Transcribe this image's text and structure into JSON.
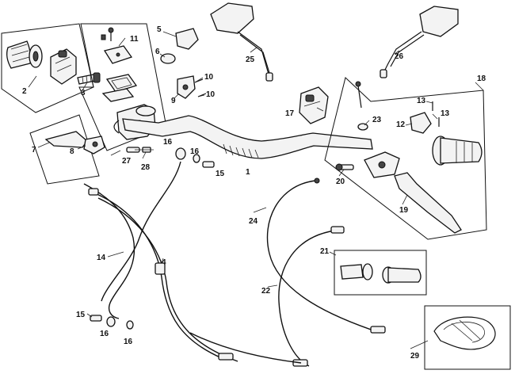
{
  "labels": [
    {
      "id": "1",
      "text": "1"
    },
    {
      "id": "2",
      "text": "2"
    },
    {
      "id": "3",
      "text": "3"
    },
    {
      "id": "4",
      "text": "4"
    },
    {
      "id": "5",
      "text": "5"
    },
    {
      "id": "6",
      "text": "6"
    },
    {
      "id": "7",
      "text": "7"
    },
    {
      "id": "8",
      "text": "8"
    },
    {
      "id": "9",
      "text": "9"
    },
    {
      "id": "10a",
      "text": "10"
    },
    {
      "id": "10b",
      "text": "10"
    },
    {
      "id": "11",
      "text": "11"
    },
    {
      "id": "12",
      "text": "12"
    },
    {
      "id": "13a",
      "text": "13"
    },
    {
      "id": "13b",
      "text": "13"
    },
    {
      "id": "14",
      "text": "14"
    },
    {
      "id": "15a",
      "text": "15"
    },
    {
      "id": "15b",
      "text": "15"
    },
    {
      "id": "16a",
      "text": "16"
    },
    {
      "id": "16b",
      "text": "16"
    },
    {
      "id": "16c",
      "text": "16"
    },
    {
      "id": "16d",
      "text": "16"
    },
    {
      "id": "17",
      "text": "17"
    },
    {
      "id": "18",
      "text": "18"
    },
    {
      "id": "19",
      "text": "19"
    },
    {
      "id": "20",
      "text": "20"
    },
    {
      "id": "21",
      "text": "21"
    },
    {
      "id": "22",
      "text": "22"
    },
    {
      "id": "23",
      "text": "23"
    },
    {
      "id": "24",
      "text": "24"
    },
    {
      "id": "25",
      "text": "25"
    },
    {
      "id": "26",
      "text": "26"
    },
    {
      "id": "27",
      "text": "27"
    },
    {
      "id": "28",
      "text": "28"
    },
    {
      "id": "29",
      "text": "29"
    }
  ]
}
